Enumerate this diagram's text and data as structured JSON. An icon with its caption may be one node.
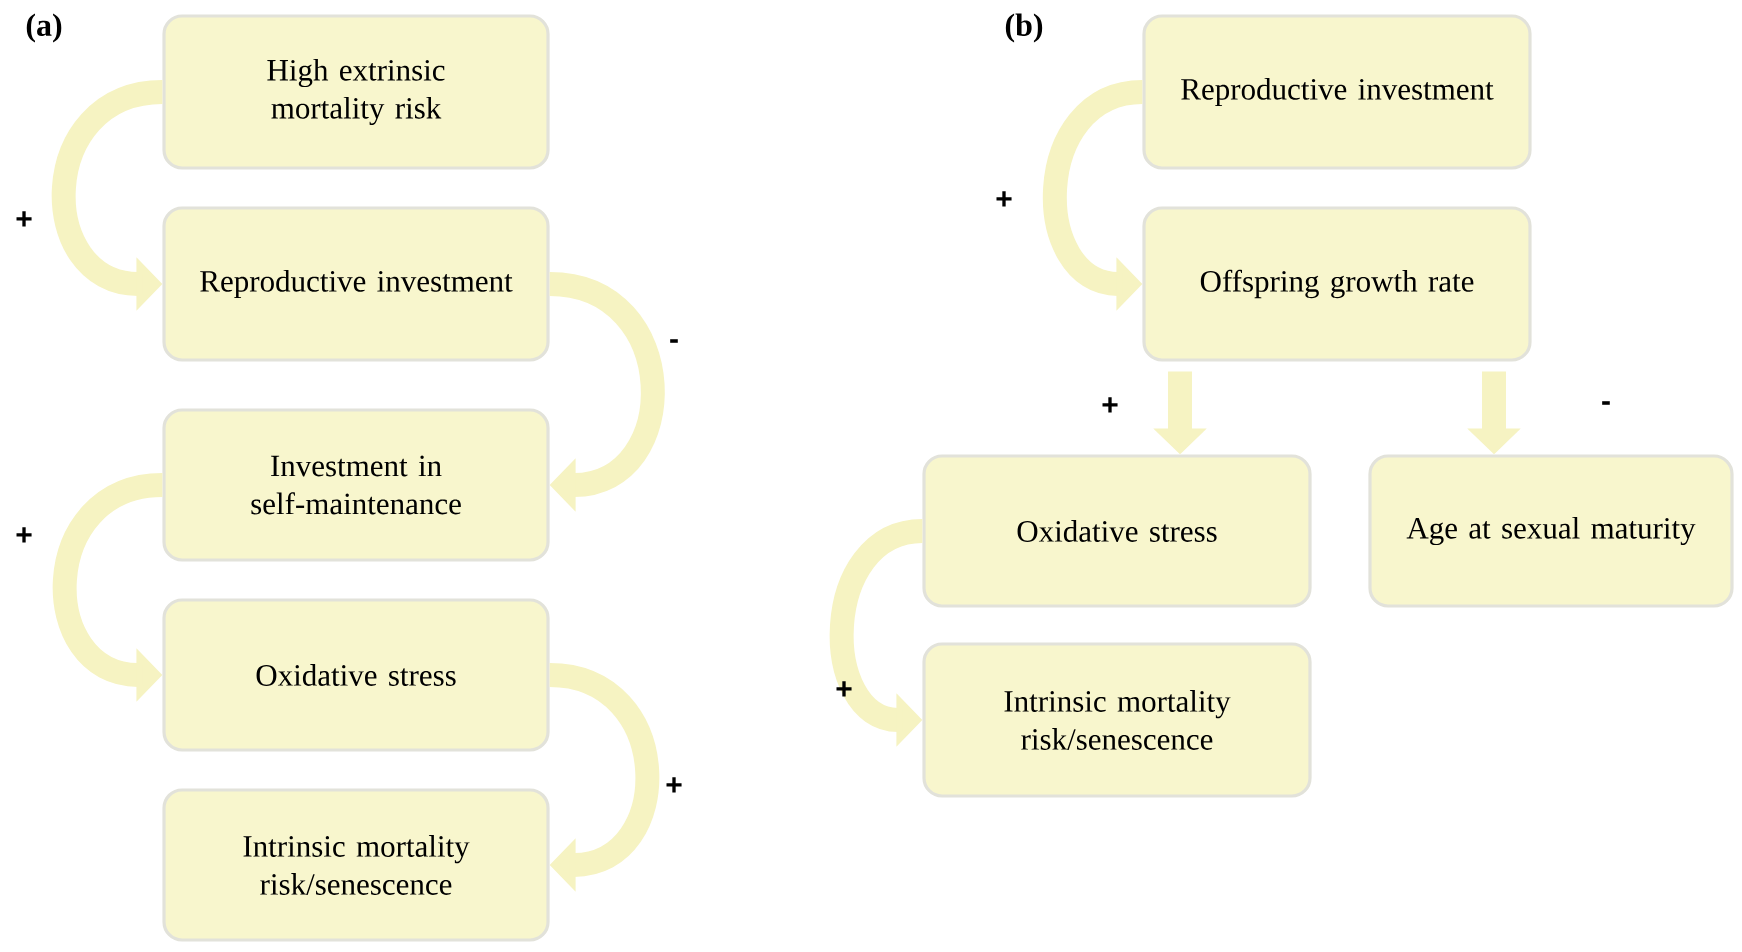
{
  "diagram": {
    "nodes": [
      {
        "text": [
          "High extrinsic mortality risk"
        ]
      },
      {
        "text": [
          "Reproductive investment"
        ]
      },
      {
        "text": [
          "Investment in self-maintenance"
        ]
      },
      {
        "text": [
          "Oxidative stress"
        ]
      },
      {
        "text": [
          "Intrinsic mortality risk/senescence"
        ]
      },
      {
        "text": [
          "Reproductive investment"
        ]
      },
      {
        "text": [
          "Offspring growth rate"
        ]
      },
      {
        "text": [
          "Oxidative stress"
        ]
      },
      {
        "text": [
          "Age at sexual maturity"
        ]
      },
      {
        "text": [
          "Intrinsic mortality risk/senescence"
        ]
      }
    ],
    "edges": [
      {
        "from": 0,
        "to": 1,
        "arrow": "to",
        "label": "+"
      },
      {
        "from": 1,
        "to": 2,
        "arrow": "to",
        "label": "-"
      },
      {
        "from": 2,
        "to": 3,
        "arrow": "to",
        "label": "+"
      },
      {
        "from": 3,
        "to": 4,
        "arrow": "to",
        "label": "+"
      },
      {
        "from": 5,
        "to": 6,
        "arrow": "to",
        "label": "+"
      },
      {
        "from": 6,
        "to": 7,
        "arrow": "to",
        "label": "+"
      },
      {
        "from": 6,
        "to": 8,
        "arrow": "to",
        "label": "-"
      },
      {
        "from": 7,
        "to": 9,
        "arrow": "to",
        "label": "+"
      }
    ],
    "labels": [
      "(a)",
      "(b)"
    ]
  }
}
